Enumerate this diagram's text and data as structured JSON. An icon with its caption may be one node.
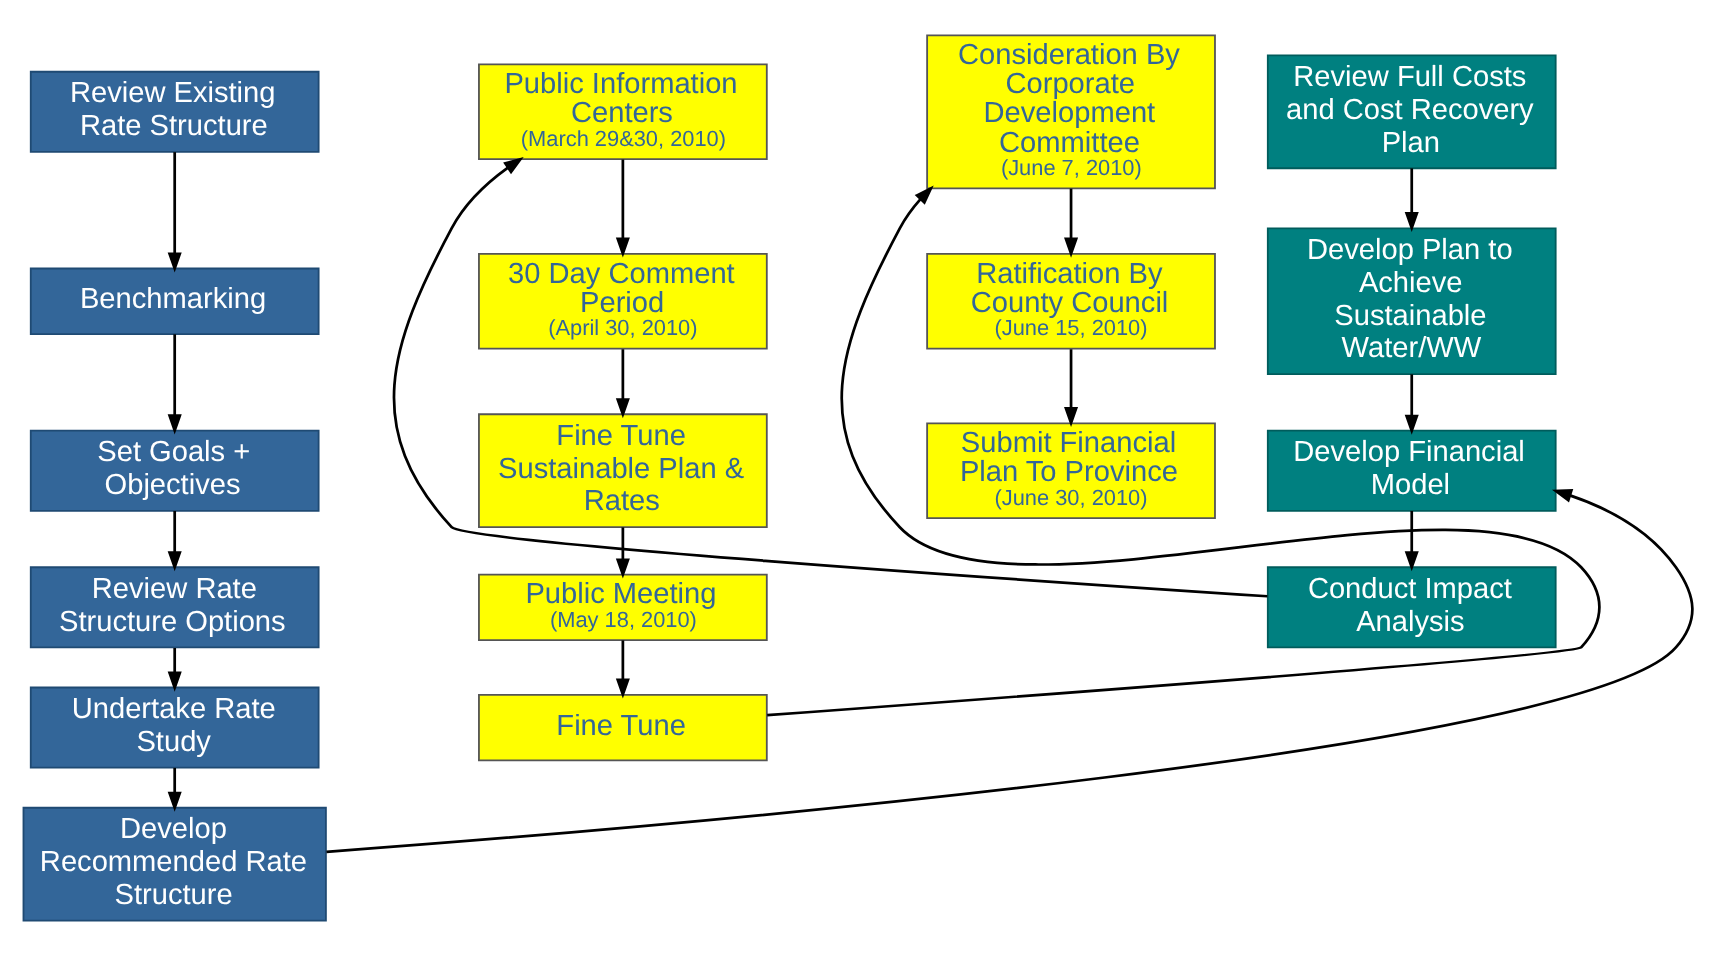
{
  "diagram": {
    "nodes": [
      {
        "text": [
          "Review Existing Rate Structure"
        ]
      },
      {
        "text": [
          "Benchmarking"
        ]
      },
      {
        "text": [
          "Set Goals + Objectives"
        ]
      },
      {
        "text": [
          "Review Rate Structure Options"
        ]
      },
      {
        "text": [
          "Undertake Rate Study"
        ]
      },
      {
        "text": [
          "Develop Recommended Rate Structure"
        ]
      },
      {
        "text": [
          "Review Full Costs and Cost Recovery Plan"
        ]
      },
      {
        "text": [
          "Develop Plan to Achieve Sustainable Water/WW"
        ]
      },
      {
        "text": [
          "Develop Financial Model"
        ]
      },
      {
        "text": [
          "Conduct Impact Analysis"
        ]
      },
      {
        "text": [
          "Public Information Centers",
          "(March 29&30, 2010)"
        ]
      },
      {
        "text": [
          "30 Day Comment Period",
          "(April 30, 2010)"
        ]
      },
      {
        "text": [
          "Fine Tune Sustainable Plan & Rates"
        ]
      },
      {
        "text": [
          "Public Meeting",
          "(May 18, 2010)"
        ]
      },
      {
        "text": [
          "Fine Tune"
        ]
      },
      {
        "text": [
          "Consideration By Corporate Development Committee",
          "(June 7, 2010)"
        ]
      },
      {
        "text": [
          "Ratification By County Council",
          "(June 15, 2010)"
        ]
      },
      {
        "text": [
          "Submit Financial Plan To Province",
          "(June 30, 2010)"
        ]
      }
    ],
    "edges": [
      {
        "from": 0,
        "to": 1,
        "arrow": "to"
      },
      {
        "from": 1,
        "to": 2,
        "arrow": "to"
      },
      {
        "from": 2,
        "to": 3,
        "arrow": "to"
      },
      {
        "from": 3,
        "to": 4,
        "arrow": "to"
      },
      {
        "from": 4,
        "to": 5,
        "arrow": "to"
      },
      {
        "from": 5,
        "to": 8,
        "arrow": "to"
      },
      {
        "from": 6,
        "to": 7,
        "arrow": "to"
      },
      {
        "from": 7,
        "to": 8,
        "arrow": "to"
      },
      {
        "from": 8,
        "to": 9,
        "arrow": "to"
      },
      {
        "from": 9,
        "to": 10,
        "arrow": "to"
      },
      {
        "from": 10,
        "to": 11,
        "arrow": "to"
      },
      {
        "from": 11,
        "to": 12,
        "arrow": "to"
      },
      {
        "from": 12,
        "to": 13,
        "arrow": "to"
      },
      {
        "from": 13,
        "to": 14,
        "arrow": "to"
      },
      {
        "from": 14,
        "to": 15,
        "arrow": "to"
      },
      {
        "from": 15,
        "to": 16,
        "arrow": "to"
      },
      {
        "from": 16,
        "to": 17,
        "arrow": "to"
      }
    ]
  }
}
